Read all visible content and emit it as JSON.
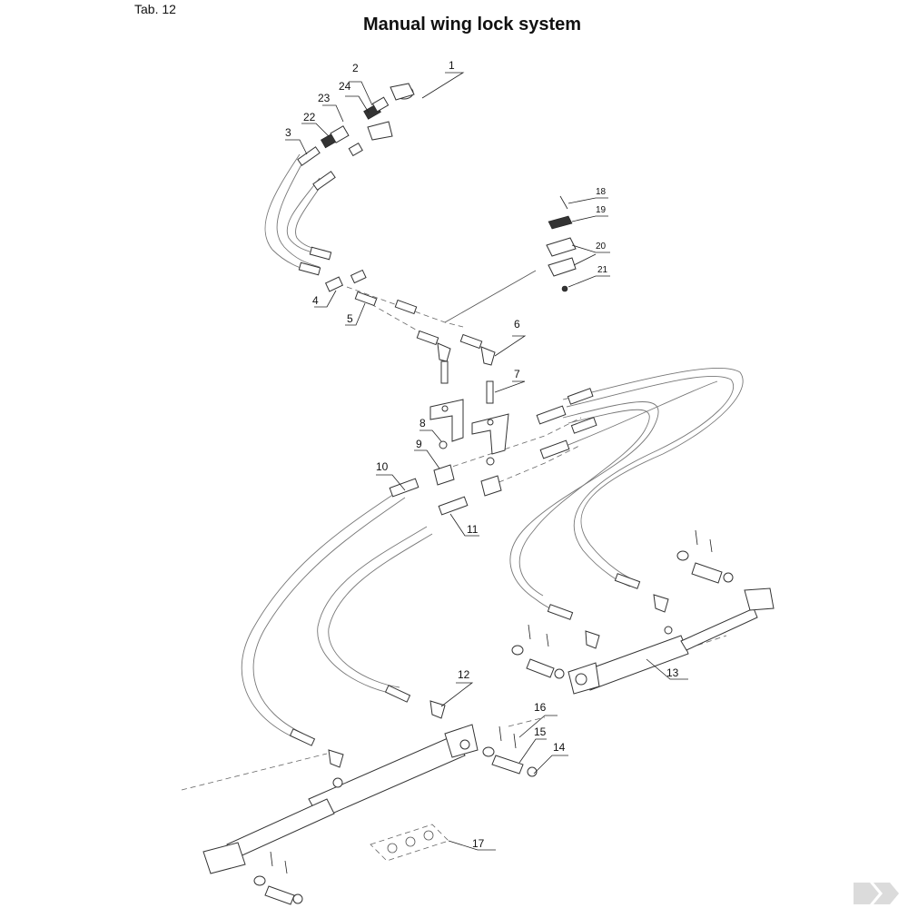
{
  "tab_label": "Tab. 12",
  "title": "Manual wing lock system",
  "callouts": [
    {
      "id": "1",
      "label": "1"
    },
    {
      "id": "2",
      "label": "2"
    },
    {
      "id": "3",
      "label": "3"
    },
    {
      "id": "4",
      "label": "4"
    },
    {
      "id": "5",
      "label": "5"
    },
    {
      "id": "6",
      "label": "6"
    },
    {
      "id": "7",
      "label": "7"
    },
    {
      "id": "8",
      "label": "8"
    },
    {
      "id": "9",
      "label": "9"
    },
    {
      "id": "10",
      "label": "10"
    },
    {
      "id": "11",
      "label": "11"
    },
    {
      "id": "12",
      "label": "12"
    },
    {
      "id": "13",
      "label": "13"
    },
    {
      "id": "14",
      "label": "14"
    },
    {
      "id": "15",
      "label": "15"
    },
    {
      "id": "16",
      "label": "16"
    },
    {
      "id": "17",
      "label": "17"
    },
    {
      "id": "18",
      "label": "18"
    },
    {
      "id": "19",
      "label": "19"
    },
    {
      "id": "20",
      "label": "20"
    },
    {
      "id": "21",
      "label": "21"
    },
    {
      "id": "22",
      "label": "22"
    },
    {
      "id": "23",
      "label": "23"
    },
    {
      "id": "24",
      "label": "24"
    }
  ]
}
